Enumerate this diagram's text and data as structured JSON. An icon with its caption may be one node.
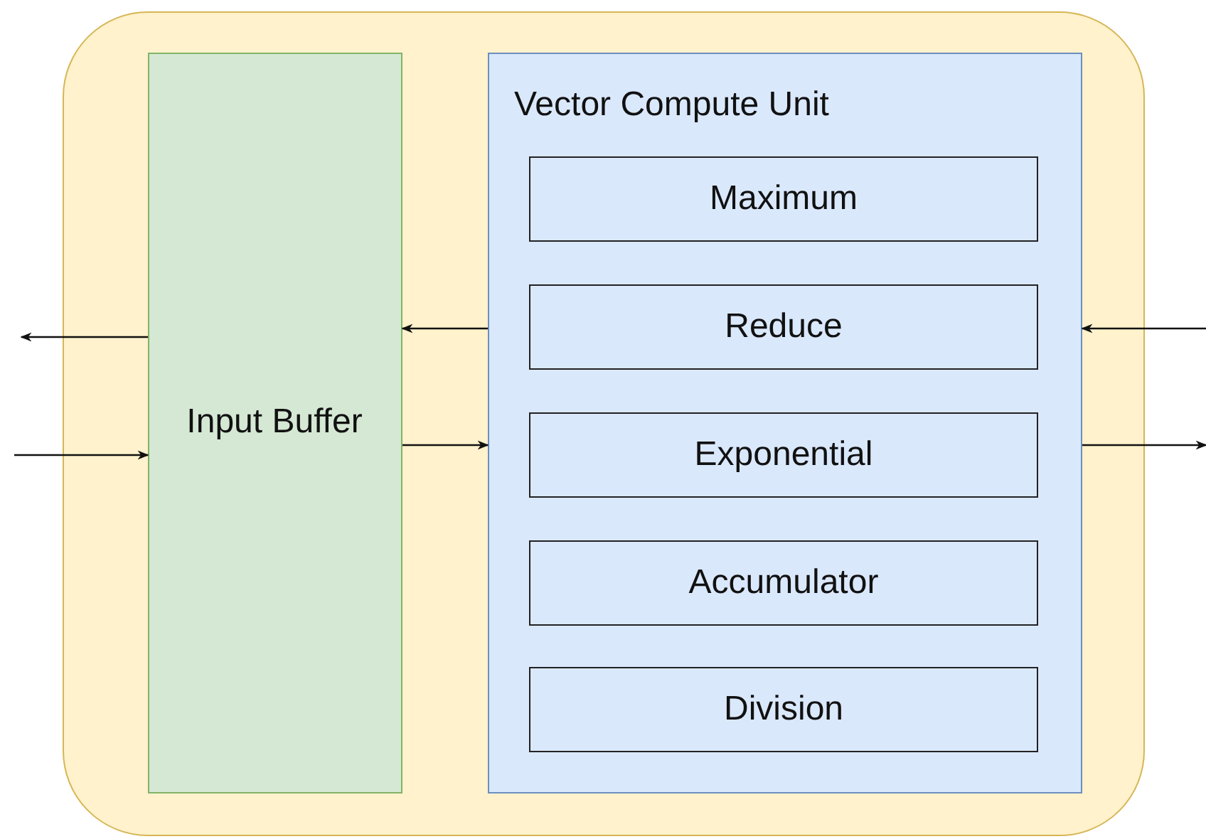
{
  "diagram": {
    "nodes": [
      {
        "text": [],
        "shape": "box"
      },
      {
        "text": [
          "Input Buffer"
        ],
        "in": 0
      },
      {
        "text": [
          "Vector Compute Unit"
        ],
        "in": 0
      },
      {
        "text": [
          "Maximum"
        ],
        "in": 2
      },
      {
        "text": [
          "Reduce"
        ],
        "in": 2
      },
      {
        "text": [
          "Exponential"
        ],
        "in": 2
      },
      {
        "text": [
          "Accumulator"
        ],
        "in": 2
      },
      {
        "text": [
          "Division"
        ],
        "in": 2
      }
    ],
    "edges": [
      {
        "from": 1,
        "to": null,
        "arrow": "to"
      },
      {
        "from": null,
        "to": 1,
        "arrow": "to"
      },
      {
        "from": 2,
        "to": 1,
        "arrow": "to"
      },
      {
        "from": 1,
        "to": 2,
        "arrow": "to"
      },
      {
        "from": null,
        "to": 2,
        "arrow": "to"
      },
      {
        "from": 2,
        "to": null,
        "arrow": "to"
      }
    ]
  }
}
